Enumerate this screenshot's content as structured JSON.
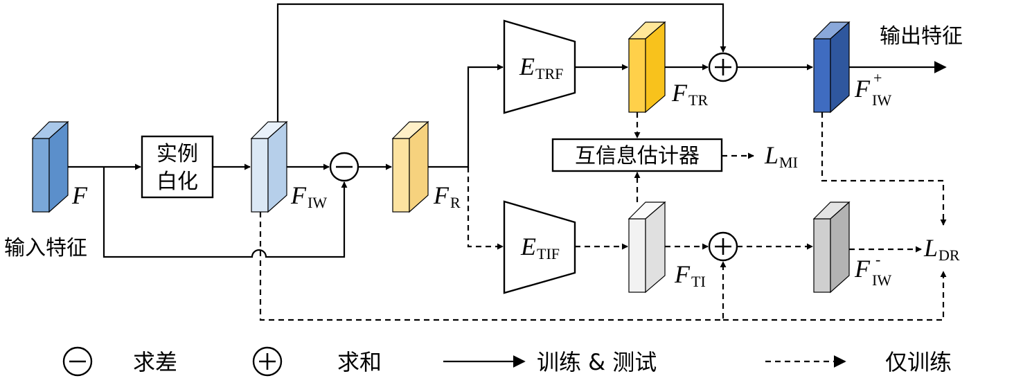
{
  "labels": {
    "input_feature": "输入特征",
    "output_feature": "输出特征",
    "instance_whitening_l1": "实例",
    "instance_whitening_l2": "白化",
    "mi_estimator": "互信息估计器"
  },
  "symbols": {
    "F": "F",
    "F_IW": {
      "main": "F",
      "sub": "IW"
    },
    "F_R": {
      "main": "F",
      "sub": "R"
    },
    "E_TRF": {
      "main": "E",
      "sub": "TRF"
    },
    "E_TIF": {
      "main": "E",
      "sub": "TIF"
    },
    "F_TR": {
      "main": "F",
      "sub": "TR"
    },
    "F_TI": {
      "main": "F",
      "sub": "TI"
    },
    "L_MI": {
      "main": "L",
      "sub": "MI"
    },
    "L_DR": {
      "main": "L",
      "sub": "DR"
    },
    "F_IW_plus": {
      "main": "F",
      "sub": "IW",
      "sup": "+"
    },
    "F_IW_minus": {
      "main": "F",
      "sub": "IW",
      "sup": "-"
    }
  },
  "legend": {
    "subtract": "求差",
    "add": "求和",
    "train_test": "训练 & 测试",
    "train_only": "仅训练"
  },
  "colors": {
    "F": "#7aa7d8",
    "F_IW": "#cfe0f2",
    "F_R": "#fde3a0",
    "F_TR": "#ffc934",
    "F_IW_plus": "#3f6cc0",
    "F_TI": "#ececec",
    "F_IW_minus": "#c9c9c9"
  }
}
